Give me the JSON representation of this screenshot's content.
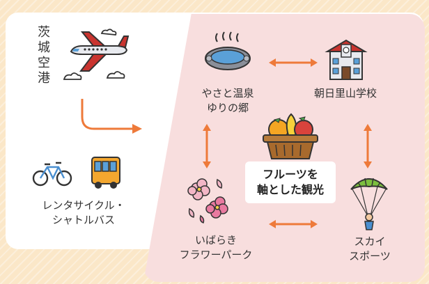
{
  "nodes": {
    "airport": "茨城空港",
    "onsen": "やさと温泉\nゆりの郷",
    "school": "朝日里山学校",
    "cycle": "レンタサイクル・\nシャトルバス",
    "flower": "いばらき\nフラワーパーク",
    "sky": "スカイ\nスポーツ"
  },
  "center": "フルーツを\n軸とした観光",
  "colors": {
    "accent": "#ee7a3a",
    "focus_bg": "#f8dede",
    "page_bg": "#fbe7c8"
  },
  "icons": [
    "airplane-icon",
    "bicycle-icon",
    "bus-icon",
    "hot-spring-icon",
    "school-building-icon",
    "fruit-basket-icon",
    "flower-icon",
    "paraglider-icon"
  ]
}
